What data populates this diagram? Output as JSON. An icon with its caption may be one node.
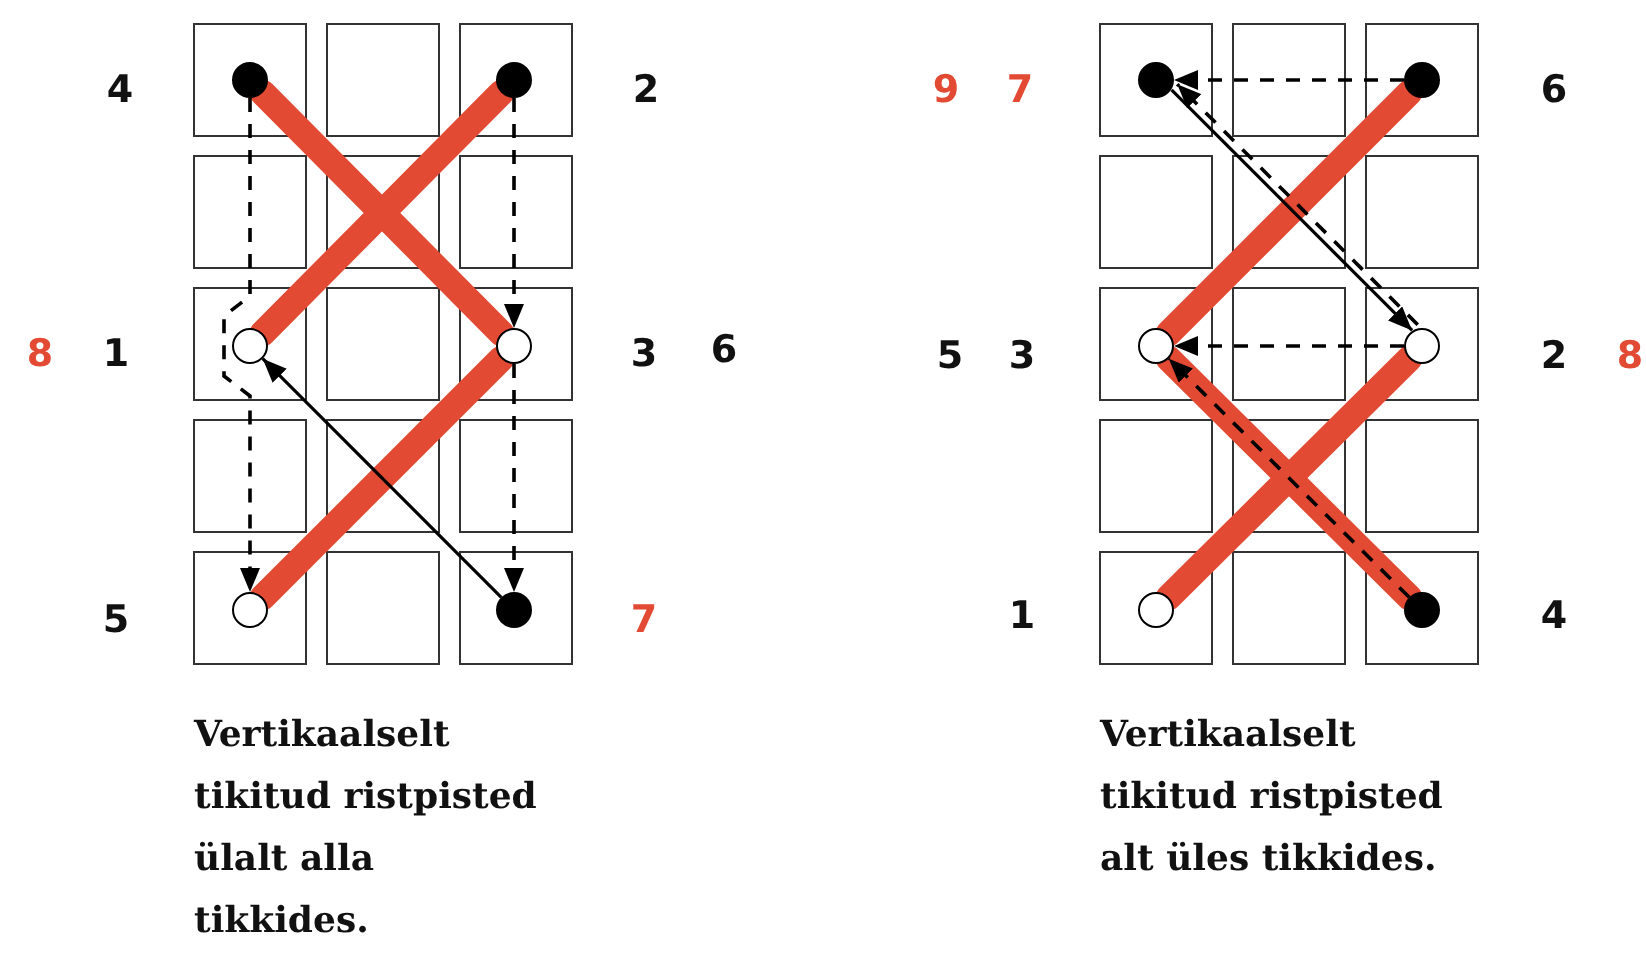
{
  "diagram": {
    "nodes": [
      {
        "text": [],
        "shape": "circle"
      },
      {
        "text": [],
        "shape": "circle"
      },
      {
        "text": [],
        "shape": "circle"
      },
      {
        "text": [],
        "shape": "circle"
      },
      {
        "text": [],
        "shape": "circle"
      },
      {
        "text": [],
        "shape": "circle"
      },
      {
        "text": [],
        "shape": "circle"
      },
      {
        "text": [],
        "shape": "circle"
      },
      {
        "text": [],
        "shape": "circle"
      },
      {
        "text": [],
        "shape": "circle"
      },
      {
        "text": [],
        "shape": "circle"
      },
      {
        "text": [],
        "shape": "circle"
      }
    ],
    "edges": [
      {
        "from": 0,
        "to": 3,
        "arrow": "none",
        "style": "thick",
        "color": "#e24a33"
      },
      {
        "from": 1,
        "to": 2,
        "arrow": "none",
        "style": "thick",
        "color": "#e24a33"
      },
      {
        "from": 3,
        "to": 4,
        "arrow": "none",
        "style": "thick",
        "color": "#e24a33"
      },
      {
        "from": 0,
        "to": 4,
        "arrow": "to",
        "style": "dashed"
      },
      {
        "from": 1,
        "to": 3,
        "arrow": "to",
        "style": "dashed"
      },
      {
        "from": 3,
        "to": 5,
        "arrow": "to",
        "style": "dashed"
      },
      {
        "from": 5,
        "to": 2,
        "arrow": "to"
      },
      {
        "from": 8,
        "to": 7,
        "arrow": "none",
        "style": "thick",
        "color": "#e24a33"
      },
      {
        "from": 10,
        "to": 9,
        "arrow": "none",
        "style": "thick",
        "color": "#e24a33"
      },
      {
        "from": 8,
        "to": 11,
        "arrow": "none",
        "style": "thick",
        "color": "#e24a33"
      },
      {
        "from": 7,
        "to": 6,
        "arrow": "to",
        "style": "dashed"
      },
      {
        "from": 9,
        "to": 6,
        "arrow": "to",
        "style": "dashed"
      },
      {
        "from": 6,
        "to": 9,
        "arrow": "to"
      },
      {
        "from": 9,
        "to": 8,
        "arrow": "to",
        "style": "dashed"
      },
      {
        "from": 11,
        "to": 8,
        "arrow": "to",
        "style": "dashed"
      }
    ],
    "labels": [
      "4",
      "2",
      "8",
      "1",
      "3",
      "6",
      "5",
      "7",
      "Vertikaalselt tikitud ristpisted ülalt alla tikkides.",
      "9",
      "7",
      "6",
      "5",
      "3",
      "2",
      "8",
      "1",
      "4",
      "Vertikaalselt tikitud ristpisted alt üles tikkides."
    ]
  }
}
